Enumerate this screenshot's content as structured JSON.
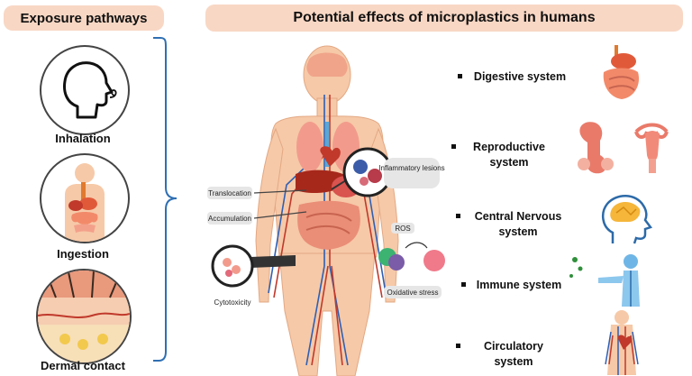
{
  "headers": {
    "left": "Exposure pathways",
    "right": "Potential effects of microplastics in humans"
  },
  "pathways": [
    {
      "label": "Inhalation",
      "icon": "head-breathing-icon"
    },
    {
      "label": "Ingestion",
      "icon": "digestive-torso-icon"
    },
    {
      "label": "Dermal contact",
      "icon": "skin-layers-icon"
    }
  ],
  "body_diagram": {
    "labels": {
      "translocation": "Translocation",
      "accumulation": "Accumulation",
      "cytotoxicity": "Cytotoxicity",
      "inflammatory": "Inflammatory lesions",
      "ros": "ROS",
      "oxidative": "Oxidative stress"
    }
  },
  "systems": [
    {
      "line1": "Digestive system",
      "line2": ""
    },
    {
      "line1": "Reproductive",
      "line2": "system"
    },
    {
      "line1": "Central Nervous",
      "line2": "system"
    },
    {
      "line1": "Immune system",
      "line2": ""
    },
    {
      "line1": "Circulatory",
      "line2": "system"
    }
  ],
  "colors": {
    "header_bg": "#f8d7c4",
    "brace": "#2f6fb3",
    "skin": "#f6c9a8",
    "organ_red": "#c0392b",
    "vessel_blue": "#2f5fb3"
  }
}
